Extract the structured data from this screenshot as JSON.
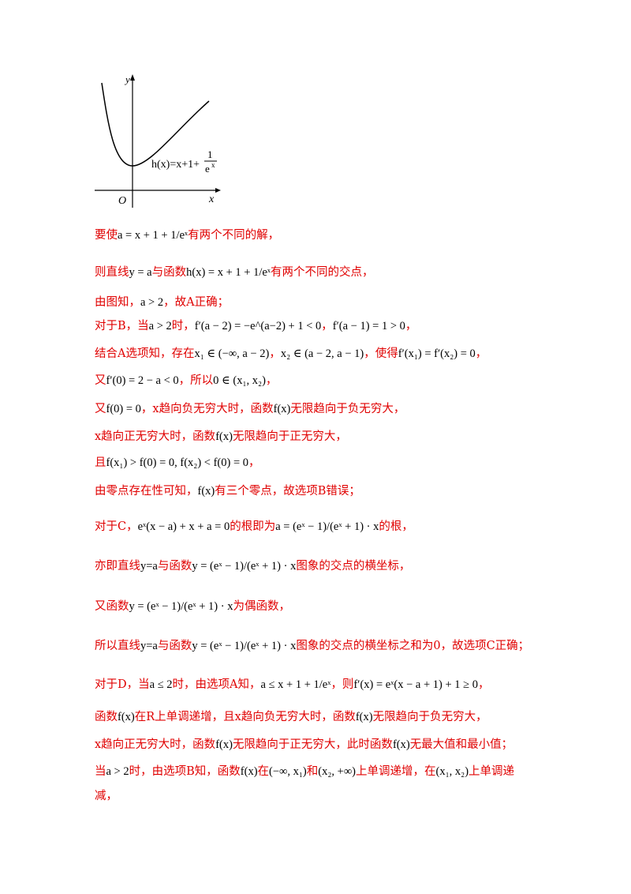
{
  "graph": {
    "y_axis_label": "y",
    "x_axis_label": "x",
    "origin_label": "O",
    "curve_label_main": "h(x)=x+1+",
    "curve_label_num": "1",
    "curve_label_den": "e",
    "curve_label_den_exp": "x"
  },
  "lines": [
    {
      "prefix": "要使",
      "math": "a = x + 1 + 1/eˣ",
      "suffix": "有两个不同的解，"
    },
    {
      "prefix": "则直线",
      "math": "y = a",
      "middle": "与函数",
      "math2": "h(x) = x + 1 + 1/eˣ",
      "suffix": "有两个不同的交点，"
    },
    {
      "prefix": "由图知，",
      "math": "a > 2",
      "suffix": "，故A正确；"
    },
    {
      "prefix": "对于B，当",
      "math": "a > 2",
      "middle": "时，",
      "math2": "f′(a − 2) = −e^(a−2) + 1 < 0",
      "middle2": "，",
      "math3": "f′(a − 1) = 1 > 0",
      "suffix": "，"
    },
    {
      "prefix": "结合A选项知，存在",
      "math": "x₁ ∈ (−∞, a − 2)",
      "middle": "，",
      "math2": "x₂ ∈ (a − 2, a − 1)",
      "middle2": "，使得",
      "math3": "f′(x₁) = f′(x₂) = 0",
      "suffix": "，"
    },
    {
      "prefix": "又",
      "math": "f′(0) = 2 − a < 0",
      "middle": "，所以",
      "math2": "0 ∈ (x₁, x₂)",
      "suffix": "，"
    },
    {
      "prefix": "又",
      "math": "f(0) = 0",
      "middle": "，x趋向负无穷大时，函数",
      "math2": "f(x)",
      "suffix": "无限趋向于负无穷大，"
    },
    {
      "prefix": "x趋向正无穷大时，函数",
      "math": "f(x)",
      "suffix": "无限趋向于正无穷大，"
    },
    {
      "prefix": "且",
      "math": "f(x₁) > f(0) = 0, f(x₂) < f(0) = 0",
      "suffix": "，"
    },
    {
      "prefix": "由零点存在性可知，",
      "math": "f(x)",
      "suffix": "有三个零点，故选项B错误；"
    },
    {
      "prefix": "对于C，",
      "math": "eˣ(x − a) + x + a = 0",
      "middle": "的根即为",
      "math2": "a = (eˣ − 1)/(eˣ + 1) · x",
      "suffix": "的根，"
    },
    {
      "prefix": "亦即直线",
      "math": "y=a",
      "middle": "与函数",
      "math2": "y = (eˣ − 1)/(eˣ + 1) · x",
      "suffix": "图象的交点的横坐标，"
    },
    {
      "prefix": "又函数",
      "math": "y = (eˣ − 1)/(eˣ + 1) · x",
      "suffix": "为偶函数，"
    },
    {
      "prefix": "所以直线",
      "math": "y=a",
      "middle": "与函数",
      "math2": "y = (eˣ − 1)/(eˣ + 1) · x",
      "suffix": "图象的交点的横坐标之和为0，故选项C正确；"
    },
    {
      "prefix": "对于D，当",
      "math": "a ≤ 2",
      "middle": "时，由选项A知，",
      "math2": "a ≤ x + 1 + 1/eˣ",
      "middle2": "，则",
      "math3": "f′(x) = eˣ(x − a + 1) + 1 ≥ 0",
      "suffix": "，"
    },
    {
      "prefix": "函数",
      "math": "f(x)",
      "middle": "在R上单调递增，且x趋向负无穷大时，函数",
      "math2": "f(x)",
      "suffix": "无限趋向于负无穷大，"
    },
    {
      "prefix": "x趋向正无穷大时，函数",
      "math": "f(x)",
      "middle": "无限趋向于正无穷大，此时函数",
      "math2": "f(x)",
      "suffix": "无最大值和最小值；"
    },
    {
      "prefix": "当",
      "math": "a > 2",
      "middle": "时，由选项B知，函数",
      "math2": "f(x)",
      "middle2": "在",
      "math3": "(−∞, x₁)",
      "middle3": "和",
      "math4": "(x₂, +∞)",
      "middle4": "上单调递增，在",
      "math5": "(x₁, x₂)",
      "suffix": "上单调递"
    },
    {
      "prefix": "减，"
    }
  ]
}
